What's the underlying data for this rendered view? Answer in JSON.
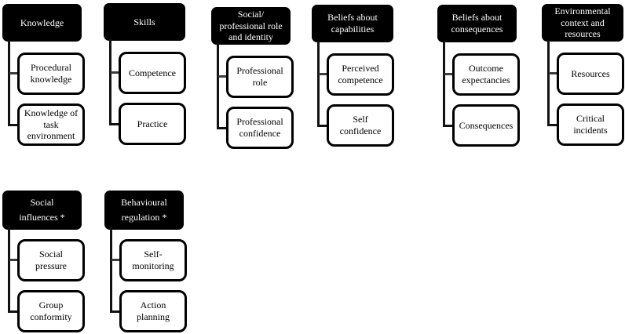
{
  "diagram": {
    "colors": {
      "header_bg": "#000000",
      "header_text": "#ffffff",
      "child_bg": "#ffffff",
      "child_border": "#000000",
      "child_text": "#000000",
      "connector": "#121212",
      "background": "#ffffff"
    },
    "groups": [
      {
        "header": "Knowledge",
        "children": [
          "Procedural\nknowledge",
          "Knowledge of\ntask\nenvironment"
        ]
      },
      {
        "header": "Skills",
        "children": [
          "Competence",
          "Practice"
        ]
      },
      {
        "header": "Social/\nprofessional role\nand identity",
        "children": [
          "Professional\nrole",
          "Professional\nconfidence"
        ]
      },
      {
        "header": "Beliefs about\ncapabilities",
        "children": [
          "Perceived\ncompetence",
          "Self\nconfidence"
        ]
      },
      {
        "header": "Beliefs about\nconsequences",
        "children": [
          "Outcome\nexpectancies",
          "Consequences"
        ]
      },
      {
        "header": "Environmental\ncontext and\nresources",
        "children": [
          "Resources",
          "Critical\nincidents"
        ]
      },
      {
        "header": "Social\ninfluences *",
        "children": [
          "Social\npressure",
          "Group\nconformity"
        ]
      },
      {
        "header": "Behavioural\nregulation *",
        "children": [
          "Self-\nmonitoring",
          "Action\nplanning"
        ]
      }
    ]
  }
}
